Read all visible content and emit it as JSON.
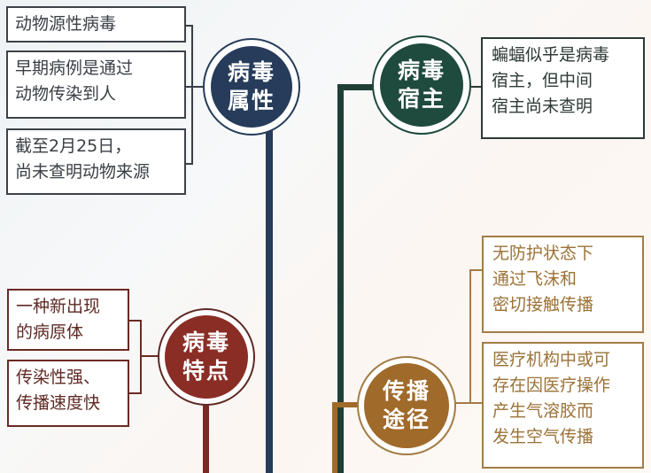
{
  "colors": {
    "navy": "#263c5a",
    "green": "#1f4a3e",
    "red": "#8a2d25",
    "gold": "#a06a2a"
  },
  "nodes": {
    "virus_property": {
      "title_line1": "病毒",
      "title_line2": "属性",
      "items": [
        "动物源性病毒",
        "早期病例是通过\n动物传染到人",
        "截至2月25日，\n尚未查明动物来源"
      ]
    },
    "virus_host": {
      "title_line1": "病毒",
      "title_line2": "宿主",
      "items": [
        "蝙蝠似乎是病毒\n宿主，但中间\n宿主尚未查明"
      ]
    },
    "virus_features": {
      "title_line1": "病毒",
      "title_line2": "特点",
      "items": [
        "一种新出现\n的病原体",
        "传染性强、\n传播速度快"
      ]
    },
    "transmission": {
      "title_line1": "传播",
      "title_line2": "途径",
      "items": [
        "无防护状态下\n通过飞沫和\n密切接触传播",
        "医疗机构中或可\n存在因医疗操作\n产生气溶胶而\n发生空气传播"
      ]
    }
  }
}
